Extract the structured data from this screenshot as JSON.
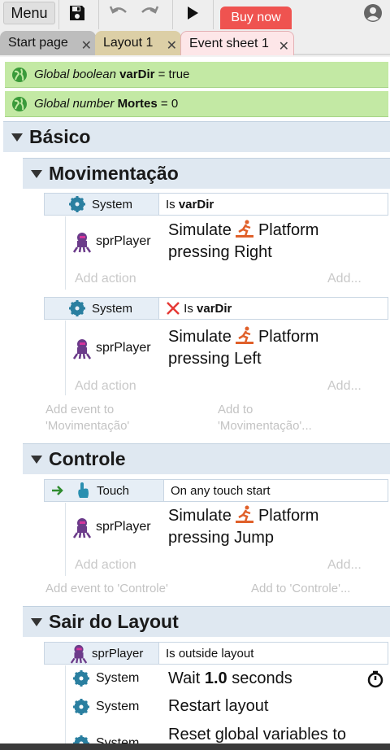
{
  "toolbar": {
    "menu_label": "Menu",
    "buy_label": "Buy now"
  },
  "tabs": [
    {
      "label": "Start page"
    },
    {
      "label": "Layout 1"
    },
    {
      "label": "Event sheet 1"
    }
  ],
  "globals": [
    {
      "prefix": "Global boolean",
      "name": "varDir",
      "suffix": "= true"
    },
    {
      "prefix": "Global number",
      "name": "Mortes",
      "suffix": "= 0"
    }
  ],
  "groups": {
    "basico": "Básico",
    "movimentacao": "Movimentação",
    "controle": "Controle",
    "sair": "Sair do Layout"
  },
  "events": {
    "e1": {
      "cond_obj": "System",
      "cond_pre": "Is",
      "cond_bold": "varDir",
      "act_obj": "sprPlayer",
      "act_line1_pre": "Simulate",
      "act_line1_post": "Platform",
      "act_line2": "pressing Right"
    },
    "e2": {
      "cond_obj": "System",
      "cond_pre": "Is",
      "cond_bold": "varDir",
      "act_obj": "sprPlayer",
      "act_line1_pre": "Simulate",
      "act_line1_post": "Platform",
      "act_line2": "pressing Left"
    },
    "e3": {
      "cond_obj": "Touch",
      "cond_text": "On any touch start",
      "act_obj": "sprPlayer",
      "act_line1_pre": "Simulate",
      "act_line1_post": "Platform",
      "act_line2": "pressing Jump"
    },
    "e4": {
      "cond_obj": "sprPlayer",
      "cond_text": "Is outside layout",
      "actions": [
        {
          "obj": "System",
          "pre": "Wait",
          "bold": "1.0",
          "post": "seconds"
        },
        {
          "obj": "System",
          "text": "Restart layout"
        },
        {
          "obj": "System",
          "text": "Reset global variables to"
        }
      ]
    }
  },
  "labels": {
    "add_action": "Add action",
    "add_short": "Add...",
    "add_event_mov": "Add event to 'Movimentação'",
    "add_to_mov": "Add to 'Movimentação'...",
    "add_event_ctrl": "Add event to 'Controle'",
    "add_to_ctrl": "Add to 'Controle'..."
  },
  "colors": {
    "global_bg": "#c3e9a4",
    "group_bg": "#dfe8f1",
    "buy": "#ef5350",
    "system_icon": "#2a7fa0",
    "runner": "#e0602a",
    "sprite": "#6b3b8a"
  }
}
